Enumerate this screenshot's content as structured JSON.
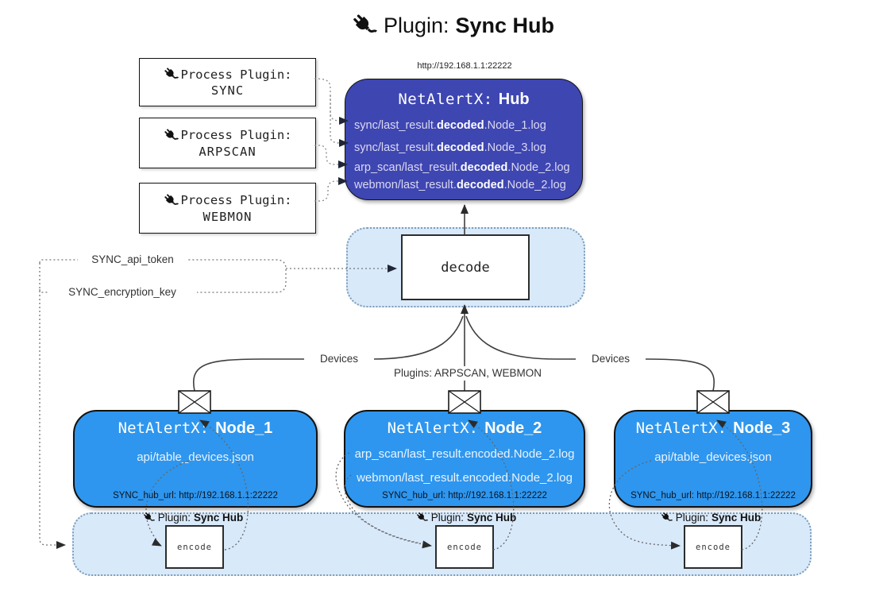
{
  "colors": {
    "hub_bg": "#3e46b2",
    "node_bg": "#2e96ee",
    "band_bg": "#d8e9fa",
    "band_border": "#7d9cb8",
    "hub_text": "#dcd9f0",
    "ink": "#1a1a1a"
  },
  "title": {
    "label": "Plugin:",
    "name": "Sync Hub"
  },
  "process_plugins": [
    {
      "label": "Process Plugin:",
      "name": "SYNC"
    },
    {
      "label": "Process Plugin:",
      "name": "ARPSCAN"
    },
    {
      "label": "Process Plugin:",
      "name": "WEBMON"
    }
  ],
  "hub": {
    "url": "http://192.168.1.1:22222",
    "title": "NetAlertX:",
    "name": "Hub",
    "logs": [
      {
        "pre": "sync/last_result.",
        "bold": "decoded",
        "post": ".Node_1.log"
      },
      {
        "pre": "sync/last_result.",
        "bold": "decoded",
        "post": ".Node_3.log"
      },
      {
        "pre": "arp_scan/last_result.",
        "bold": "decoded",
        "post": ".Node_2.log"
      },
      {
        "pre": "webmon/last_result.",
        "bold": "decoded",
        "post": ".Node_2.log"
      }
    ]
  },
  "decode_label": "decode",
  "settings": {
    "api_token": "SYNC_api_token",
    "encryption_key": "SYNC_encryption_key"
  },
  "edge_labels": {
    "devices_left": "Devices",
    "plugins": "Plugins: ARPSCAN, WEBMON",
    "devices_right": "Devices"
  },
  "nodes": [
    {
      "title": "NetAlertX:",
      "name": "Node_1",
      "lines": [
        "api/table_devices.json"
      ],
      "hub_url": "SYNC_hub_url: http://192.168.1.1:22222"
    },
    {
      "title": "NetAlertX:",
      "name": "Node_2",
      "lines": [
        "arp_scan/last_result.encoded.Node_2.log",
        "webmon/last_result.encoded.Node_2.log"
      ],
      "hub_url": "SYNC_hub_url: http://192.168.1.1:22222"
    },
    {
      "title": "NetAlertX:",
      "name": "Node_3",
      "lines": [
        "api/table_devices.json"
      ],
      "hub_url": "SYNC_hub_url: http://192.168.1.1:22222"
    }
  ],
  "encoders": [
    {
      "label": "Plugin:",
      "name": "Sync Hub",
      "box": "encode"
    },
    {
      "label": "Plugin:",
      "name": "Sync Hub",
      "box": "encode"
    },
    {
      "label": "Plugin:",
      "name": "Sync Hub",
      "box": "encode"
    }
  ]
}
